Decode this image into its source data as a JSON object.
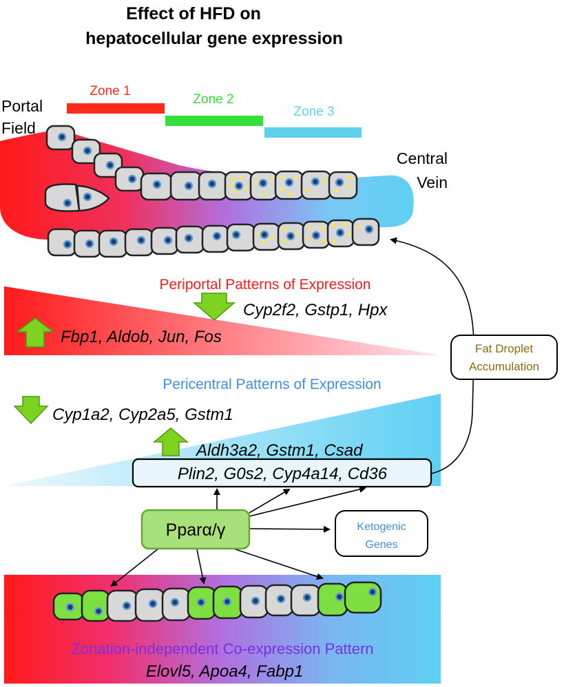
{
  "title": {
    "line1": "Effect of HFD on",
    "line2": "hepatocellular gene expression"
  },
  "lobule": {
    "portal_line1": "Portal",
    "portal_line2": "Field",
    "central_line1": "Central",
    "central_line2": "Vein",
    "zones": [
      {
        "label": "Zone 1",
        "color": "#ff2a1a"
      },
      {
        "label": "Zone 2",
        "color": "#35e03a"
      },
      {
        "label": "Zone 3",
        "color": "#5fd0ee"
      }
    ]
  },
  "periportal": {
    "title": "Periportal Patterns of Expression",
    "title_color": "#ff1a1a",
    "down_genes": "Cyp2f2, Gstp1, Hpx",
    "up_genes": "Fbp1, Aldob, Jun, Fos"
  },
  "pericentral": {
    "title": "Pericentral Patterns of Expression",
    "title_color": "#3f8fe0",
    "down_genes": "Cyp1a2, Cyp2a5, Gstm1",
    "up_genes": "Aldh3a2, Gstm1, Csad",
    "boxed_genes": "Plin2, G0s2, Cyp4a14, Cd36"
  },
  "fat_droplet": {
    "line1": "Fat Droplet",
    "line2": "Accumulation",
    "color": "#8a6a10"
  },
  "ppar": {
    "label": "Pparα/γ",
    "fill": "#a8e07a"
  },
  "ketogenic": {
    "line1": "Ketogenic",
    "line2": "Genes",
    "color": "#3f8fe0"
  },
  "zonation_independent": {
    "title": "Zonation-independent Co-expression Pattern",
    "title_color": "#7a30e0",
    "genes": "Elovl5, Apoa4, Fabp1"
  },
  "colors": {
    "red": "#ff1a1a",
    "pink": "#f0a0c0",
    "purple": "#a070e0",
    "blue": "#5ed0f2",
    "green_arrow": "#7ed320",
    "fat": "#ffe838"
  },
  "icons": {
    "up": "up-arrow-icon",
    "down": "down-arrow-icon"
  }
}
